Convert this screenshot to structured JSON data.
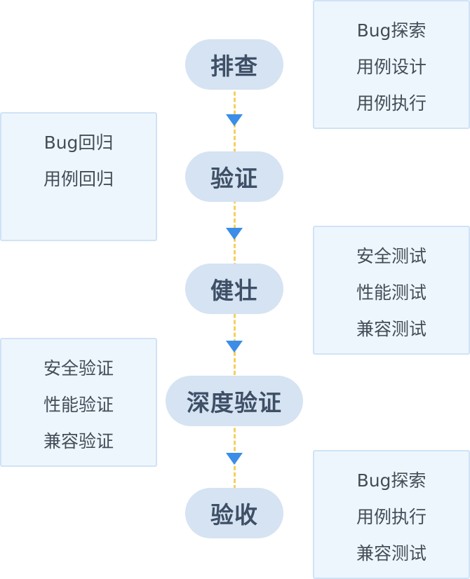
{
  "steps": [
    {
      "label": "排查"
    },
    {
      "label": "验证"
    },
    {
      "label": "健壮"
    },
    {
      "label": "深度验证"
    },
    {
      "label": "验收"
    }
  ],
  "panels": [
    {
      "side": "right",
      "items": [
        "Bug探索",
        "用例设计",
        "用例执行"
      ]
    },
    {
      "side": "left",
      "items": [
        "Bug回归",
        "用例回归"
      ]
    },
    {
      "side": "right",
      "items": [
        "安全测试",
        "性能测试",
        "兼容测试"
      ]
    },
    {
      "side": "left",
      "items": [
        "安全验证",
        "性能验证",
        "兼容验证"
      ]
    },
    {
      "side": "right",
      "items": [
        "Bug探索",
        "用例执行",
        "兼容测试"
      ]
    }
  ],
  "colors": {
    "connector": "#f6cf5e",
    "arrow": "#3b8de8",
    "step_fill": "#d5e3f2",
    "panel_fill": "#eef6fd",
    "panel_border": "#cfe3f6"
  }
}
